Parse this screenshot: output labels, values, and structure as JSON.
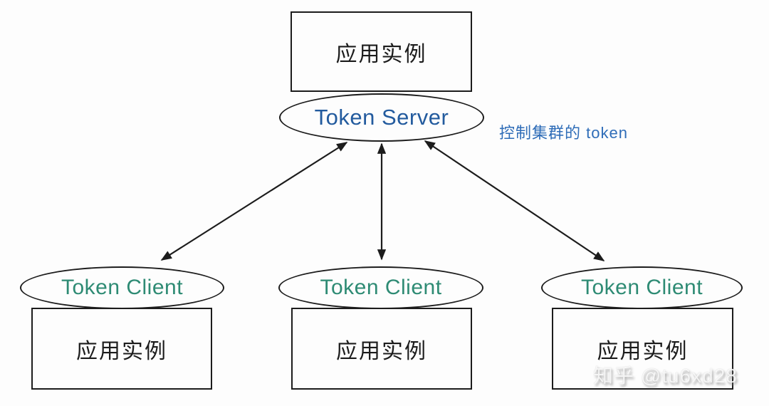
{
  "diagram": {
    "title_semantics": "Sentinel token server cluster diagram",
    "server": {
      "box_label": "应用实例",
      "ellipse_label": "Token Server",
      "annotation": "控制集群的 token"
    },
    "clients": [
      {
        "ellipse_label": "Token Client",
        "box_label": "应用实例"
      },
      {
        "ellipse_label": "Token Client",
        "box_label": "应用实例"
      },
      {
        "ellipse_label": "Token Client",
        "box_label": "应用实例"
      }
    ],
    "watermark": "知乎 @tu6xd28",
    "colors": {
      "server_text": "#235b9e",
      "client_text": "#2e8b74",
      "annotation_text": "#2f6db8",
      "border": "#1c1c1c",
      "box_text": "#1c1c1c",
      "background": "#fdfdfd"
    }
  }
}
